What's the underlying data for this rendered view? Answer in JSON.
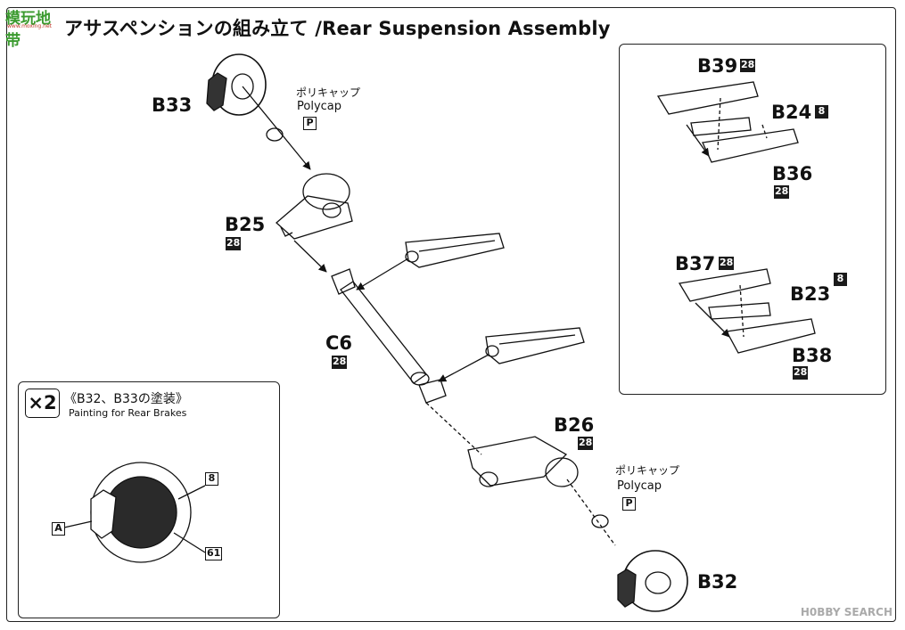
{
  "header": {
    "logo_text": "模玩地带",
    "logo_url": "www.moxing.net",
    "title": "アサスペンションの組み立て /Rear Suspension Assembly"
  },
  "main_assembly": {
    "parts": {
      "b33": "B33",
      "b25": "B25",
      "b25_color": "28",
      "c6": "C6",
      "c6_color": "28",
      "b26": "B26",
      "b26_color": "28",
      "b32": "B32"
    },
    "polycap_top": {
      "jp": "ポリキャップ",
      "en": "Polycap",
      "icon": "polycap-icon"
    },
    "polycap_bottom": {
      "jp": "ポリキャップ",
      "en": "Polycap",
      "icon": "polycap-icon"
    }
  },
  "inset_upper": {
    "b39": "B39",
    "b39_color": "28",
    "b24": "B24",
    "b24_color": "8",
    "b36": "B36",
    "b36_color": "28"
  },
  "inset_lower": {
    "b37": "B37",
    "b37_color": "28",
    "b23": "B23",
    "b23_color": "8",
    "b38": "B38",
    "b38_color": "28"
  },
  "painting": {
    "multiplier": "×2",
    "title_jp": "《B32、B33の塗装》",
    "title_en": "Painting for Rear Brakes",
    "color_a": "A",
    "color_8": "8",
    "color_61": "61"
  },
  "watermark": "H0BBY SEARCH",
  "colors": {
    "ink": "#111111",
    "paint_dark": "#2a2a2a",
    "logo_green": "#3a9a2e"
  }
}
